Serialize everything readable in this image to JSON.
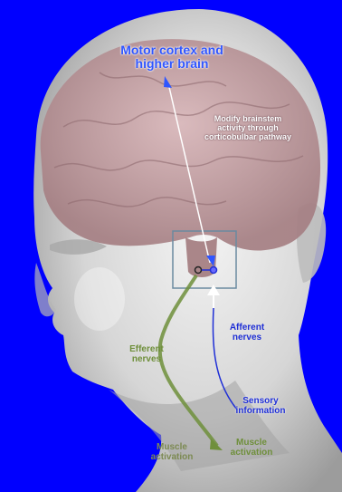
{
  "labels": {
    "motor_cortex": [
      "Motor cortex and",
      "higher brain"
    ],
    "modify": [
      "Modify brainstem",
      "activity through",
      "corticobulbar pathway"
    ],
    "efferent": [
      "Efferent",
      "nerves"
    ],
    "afferent": [
      "Afferent",
      "nerves"
    ],
    "sensory": [
      "Sensory",
      "information"
    ],
    "muscle_left": [
      "Muscle",
      "activation"
    ],
    "muscle_right": [
      "Muscle",
      "activation"
    ]
  },
  "colors": {
    "background": "#0000ff",
    "efferent": "#6f8f3b",
    "afferent": "#1f2fd6",
    "motor_arrow": "#2f56ff",
    "brain": "#c9a1a4",
    "head": "#dcdcdc"
  }
}
